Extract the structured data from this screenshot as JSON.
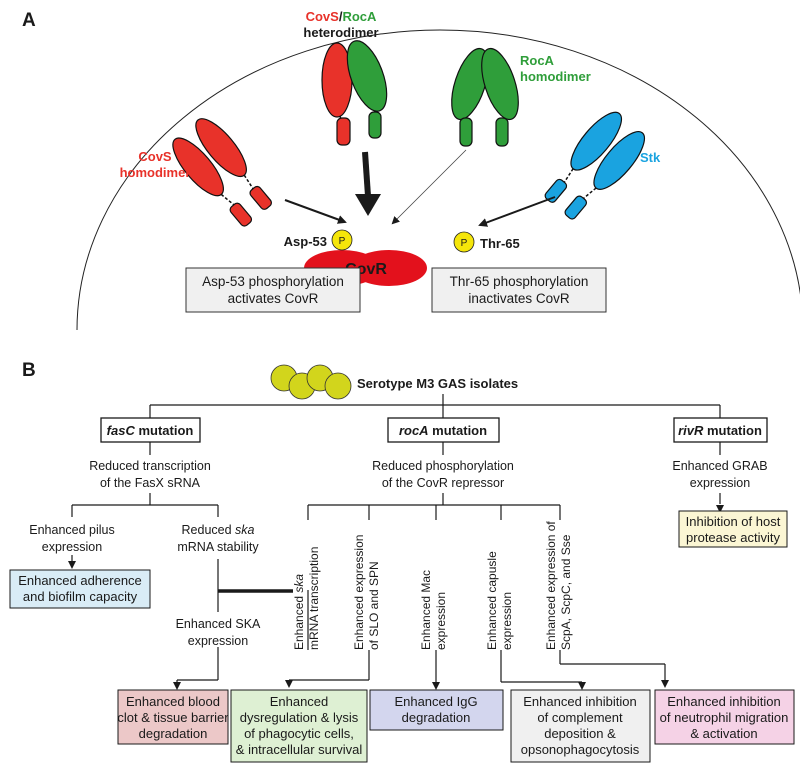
{
  "panel_a": {
    "letter": "A",
    "covs_rocA": {
      "part1": "CovS",
      "sep": "/",
      "part2": "RocA",
      "line2": "heterodimer"
    },
    "rocA_homo": {
      "line1": "RocA",
      "line2": "homodimer"
    },
    "covs_homo": {
      "line1": "CovS",
      "line2": "homodimer"
    },
    "stk": "Stk",
    "asp": "Asp-53",
    "thr": "Thr-65",
    "p": "P",
    "covr": "CovR",
    "left_box": {
      "line1": "Asp-53 phosphorylation",
      "line2": "activates CovR"
    },
    "right_box": {
      "line1": "Thr-65 phosphorylation",
      "line2": "inactivates CovR"
    }
  },
  "panel_b": {
    "letter": "B",
    "serotype": "Serotype M3 GAS isolates",
    "fasc": {
      "gene": "fasC",
      "rest": " mutation"
    },
    "roca": {
      "gene": "rocA",
      "rest": " mutation"
    },
    "rivr": {
      "gene": "rivR",
      "rest": " mutation"
    },
    "fasc_effect": {
      "line1": "Reduced transcription",
      "line2": "of the FasX sRNA"
    },
    "roca_effect": {
      "line1": "Reduced phosphorylation",
      "line2": "of the CovR repressor"
    },
    "rivr_effect": {
      "line1": "Enhanced GRAB",
      "line2": "expression"
    },
    "pilus": {
      "line1": "Enhanced pilus",
      "line2": "expression"
    },
    "ska_stab": {
      "pre": "Reduced ",
      "ital": "ska",
      "line2": "mRNA stability"
    },
    "ska_expr": {
      "line1": "Enhanced SKA",
      "line2": "expression"
    },
    "vert": {
      "v1": {
        "line1_pre": "Enhanced ",
        "line1_ital": "ska",
        "line2": "mRNA transcription"
      },
      "v2": {
        "line1": "Enhanced expression",
        "line2": "of SLO and SPN"
      },
      "v3": {
        "line1": "Enhanced Mac",
        "line2": "expression"
      },
      "v4": {
        "line1": "Enhanced capusle",
        "line2": "expression"
      },
      "v5": {
        "line1": "Enhanced expression of",
        "line2": "ScpA, ScpC, and Sse"
      }
    },
    "box_adherence": {
      "line1": "Enhanced adherence",
      "line2": "and biofilm capacity"
    },
    "box_protease": {
      "line1": "Inhibition of host",
      "line2": "protease activity"
    },
    "box_blood": {
      "line1": "Enhanced blood",
      "line2": "clot & tissue barrier",
      "line3": "degradation"
    },
    "box_dysreg": {
      "line1": "Enhanced",
      "line2": "dysregulation & lysis",
      "line3": "of phagocytic cells,",
      "line4": "& intracellular survival"
    },
    "box_igg": {
      "line1": "Enhanced IgG",
      "line2": "degradation"
    },
    "box_complement": {
      "line1": "Enhanced inhibition",
      "line2": "of complement",
      "line3": "deposition &",
      "line4": "opsonophagocytosis"
    },
    "box_neutro": {
      "line1": "Enhanced inhibition",
      "line2": "of neutrophil migration",
      "line3": "& activation"
    }
  },
  "colors": {
    "red": "#e8322a",
    "green": "#2f9e3a",
    "blue": "#1aa3e0",
    "yellow": "#f5e60a",
    "covr": "#e3111c",
    "gas_cell": "#d2d51c",
    "box_gray": "#f0f0f0",
    "box_blue": "#d9ecf6",
    "box_yellow": "#fbf6d4",
    "box_pink": "#ecc8c8",
    "box_green": "#def0d3",
    "box_purple": "#d3d6ee",
    "box_magenta": "#f5d2e6"
  }
}
